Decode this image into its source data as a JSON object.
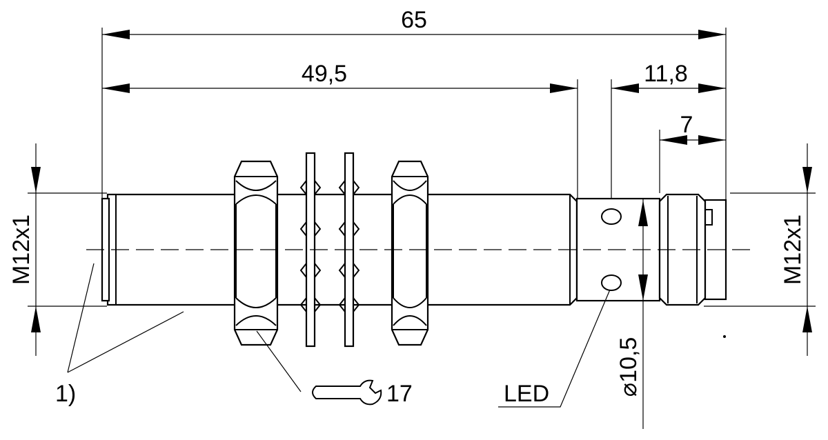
{
  "dimensions": {
    "overall_length": "65",
    "thread_length": "49,5",
    "head_length": "11,8",
    "connector_length": "7",
    "left_thread": "M12x1",
    "right_thread": "M12x1",
    "head_diameter": "⌀10,5"
  },
  "labels": {
    "led": "LED",
    "note": "1)",
    "wrench_size": "17"
  }
}
